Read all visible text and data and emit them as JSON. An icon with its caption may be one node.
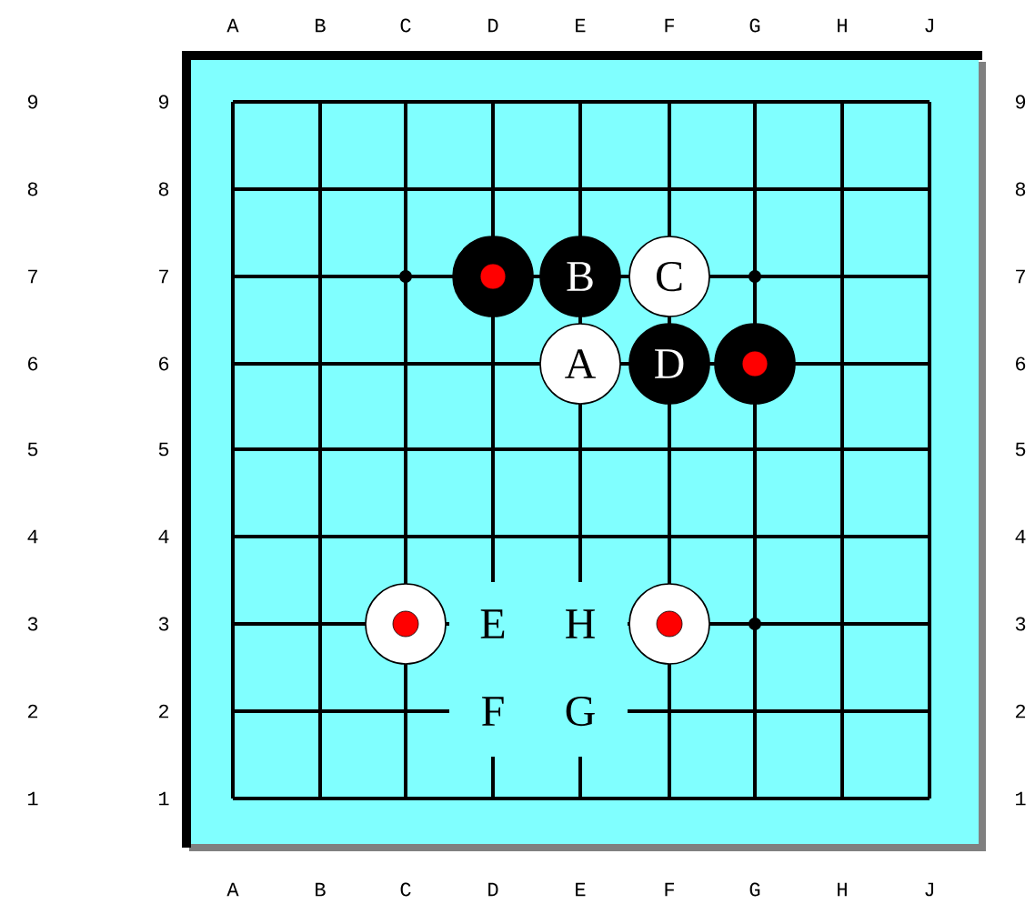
{
  "diagram": {
    "nodes": [
      {
        "text": [],
        "shape": "circle"
      },
      {
        "text": [
          "B"
        ]
      },
      {
        "text": [
          "C"
        ]
      },
      {
        "text": [
          "A"
        ]
      },
      {
        "text": [
          "D"
        ]
      },
      {
        "text": [],
        "shape": "circle"
      },
      {
        "text": [],
        "shape": "circle"
      },
      {
        "text": [],
        "shape": "circle"
      }
    ],
    "labels": [
      "A",
      "B",
      "C",
      "D",
      "E",
      "F",
      "G",
      "H",
      "J",
      "9",
      "9",
      "9",
      "8",
      "8",
      "8",
      "7",
      "7",
      "7",
      "6",
      "6",
      "6",
      "5",
      "5",
      "5",
      "4",
      "4",
      "4",
      "3",
      "3",
      "E",
      "H",
      "3",
      "2",
      "2",
      "F",
      "G",
      "2",
      "1",
      "1",
      "1",
      "A",
      "B",
      "C",
      "D",
      "E",
      "F",
      "G",
      "H",
      "J"
    ]
  }
}
